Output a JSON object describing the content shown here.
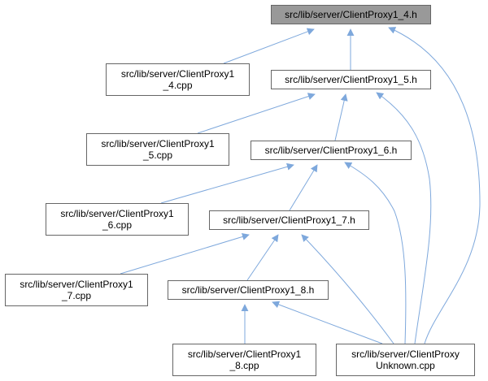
{
  "colors": {
    "edge": "#7EA8DC",
    "node_border": "#666666",
    "root_fill": "#999999",
    "node_fill": "#ffffff"
  },
  "nodes": {
    "h4": {
      "label": "src/lib/server/ClientProxy1_4.h"
    },
    "h5": {
      "label": "src/lib/server/ClientProxy1_5.h"
    },
    "h6": {
      "label": "src/lib/server/ClientProxy1_6.h"
    },
    "h7": {
      "label": "src/lib/server/ClientProxy1_7.h"
    },
    "h8": {
      "label": "src/lib/server/ClientProxy1_8.h"
    },
    "cpp4": {
      "line1": "src/lib/server/ClientProxy1",
      "line2": "_4.cpp"
    },
    "cpp5": {
      "line1": "src/lib/server/ClientProxy1",
      "line2": "_5.cpp"
    },
    "cpp6": {
      "line1": "src/lib/server/ClientProxy1",
      "line2": "_6.cpp"
    },
    "cpp7": {
      "line1": "src/lib/server/ClientProxy1",
      "line2": "_7.cpp"
    },
    "cpp8": {
      "line1": "src/lib/server/ClientProxy1",
      "line2": "_8.cpp"
    },
    "unknown": {
      "line1": "src/lib/server/ClientProxy",
      "line2": "Unknown.cpp"
    }
  },
  "edges": [
    [
      "cpp4",
      "h4"
    ],
    [
      "h5",
      "h4"
    ],
    [
      "unknown",
      "h4"
    ],
    [
      "cpp5",
      "h5"
    ],
    [
      "h6",
      "h5"
    ],
    [
      "unknown",
      "h5"
    ],
    [
      "cpp6",
      "h6"
    ],
    [
      "h7",
      "h6"
    ],
    [
      "unknown",
      "h6"
    ],
    [
      "cpp7",
      "h7"
    ],
    [
      "h8",
      "h7"
    ],
    [
      "unknown",
      "h7"
    ],
    [
      "cpp8",
      "h8"
    ],
    [
      "unknown",
      "h8"
    ]
  ]
}
